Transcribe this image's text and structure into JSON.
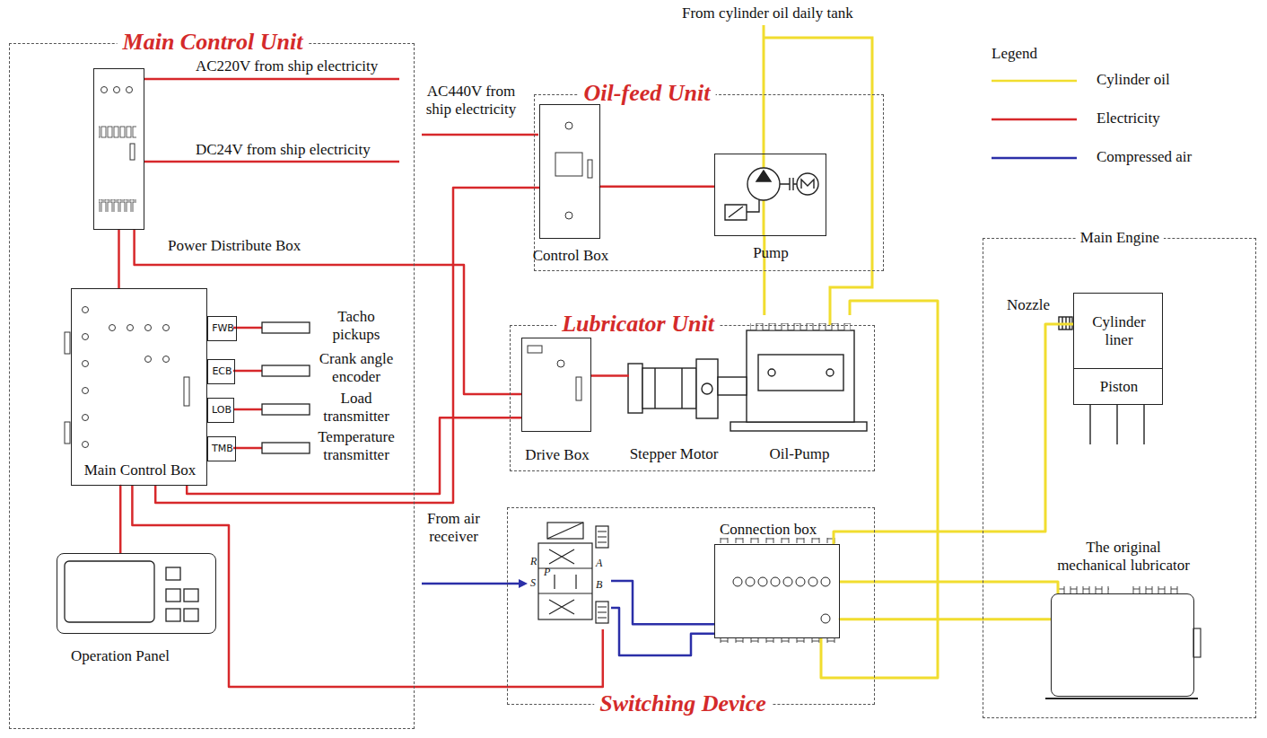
{
  "diagram": {
    "nodes": [
      {
        "text": [
          "Main Control Unit"
        ]
      },
      {
        "text": [
          "Power Distribute Box"
        ],
        "in": 0
      },
      {
        "text": [
          "Main Control Box"
        ],
        "in": 0
      },
      {
        "text": [
          "FWB"
        ],
        "in": 0
      },
      {
        "text": [
          "ECB"
        ],
        "in": 0
      },
      {
        "text": [
          "LOB"
        ],
        "in": 0
      },
      {
        "text": [
          "TMB"
        ],
        "in": 0
      },
      {
        "text": [
          "Operation Panel"
        ],
        "in": 0
      },
      {
        "text": [
          "Oil-feed Unit"
        ]
      },
      {
        "text": [
          "Control Box"
        ],
        "in": 8
      },
      {
        "text": [
          "Pump"
        ],
        "in": 8
      },
      {
        "text": [
          "Lubricator Unit"
        ]
      },
      {
        "text": [
          "Drive Box"
        ],
        "in": 11
      },
      {
        "text": [
          "Stepper Motor"
        ],
        "in": 11
      },
      {
        "text": [
          "Oil-Pump"
        ],
        "in": 11
      },
      {
        "text": [
          "Switching Device"
        ]
      },
      {
        "text": [
          "R",
          "P",
          "S",
          "A",
          "B"
        ],
        "in": 15
      },
      {
        "text": [
          "Connection box"
        ],
        "in": 15
      },
      {
        "text": [
          "Main Engine"
        ]
      },
      {
        "text": [
          "Cylinder liner"
        ],
        "in": 18
      },
      {
        "text": [
          "Piston"
        ],
        "in": 18
      },
      {
        "text": [
          "The original mechanical lubricator"
        ],
        "in": 18
      }
    ],
    "edges": [
      {
        "from": 1,
        "to": 2,
        "arrow": "none"
      },
      {
        "from": 1,
        "to": 12,
        "arrow": "none"
      },
      {
        "from": 2,
        "to": 7,
        "arrow": "none"
      },
      {
        "from": 2,
        "to": 9,
        "arrow": "none"
      },
      {
        "from": 2,
        "to": 12,
        "arrow": "none"
      },
      {
        "from": 2,
        "to": 16,
        "arrow": "none"
      },
      {
        "from": 9,
        "to": 10,
        "arrow": "none"
      },
      {
        "from": 12,
        "to": 13,
        "arrow": "none"
      },
      {
        "from": 10,
        "to": 14,
        "arrow": "none"
      },
      {
        "from": 14,
        "to": 17,
        "arrow": "none"
      },
      {
        "from": 17,
        "to": 19,
        "arrow": "none"
      },
      {
        "from": 17,
        "to": 21,
        "arrow": "none"
      },
      {
        "from": 17,
        "to": 21,
        "arrow": "none"
      },
      {
        "from": 16,
        "to": 17,
        "arrow": "none"
      },
      {
        "from": 16,
        "to": 17,
        "arrow": "none"
      }
    ],
    "labels": [
      "AC220V from ship electricity",
      "DC24V from ship electricity",
      "AC440V from ship electricity",
      "From cylinder oil daily tank",
      "Tacho pickups",
      "Crank angle encoder",
      "Load transmitter",
      "Temperature transmitter",
      "From air receiver",
      "Nozzle",
      "Legend"
    ],
    "legend": [
      {
        "text": "Cylinder oil"
      },
      {
        "text": "Electricity"
      },
      {
        "text": "Compressed air"
      }
    ]
  }
}
